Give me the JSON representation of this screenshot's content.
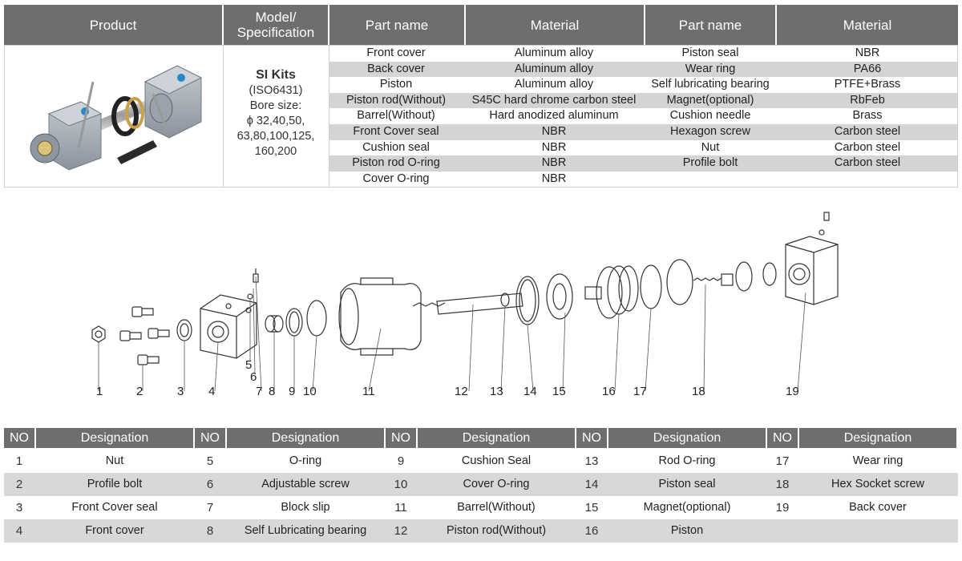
{
  "spec_table": {
    "headers": [
      "Product",
      "Model/\nSpecification",
      "Part name",
      "Material",
      "Part name",
      "Material"
    ],
    "model": {
      "name": "SI Kits",
      "standard": "(ISO6431)",
      "bore_label": "Bore size:",
      "bore_lines": [
        "ϕ 32,40,50,",
        "63,80,100,125,",
        "160,200"
      ]
    },
    "rows": [
      [
        "Front cover",
        "Aluminum alloy",
        "Piston seal",
        "NBR"
      ],
      [
        "Back cover",
        "Aluminum alloy",
        "Wear ring",
        "PA66"
      ],
      [
        "Piston",
        "Aluminum alloy",
        "Self lubricating bearing",
        "PTFE+Brass"
      ],
      [
        "Piston rod(Without)",
        "S45C hard chrome carbon steel",
        "Magnet(optional)",
        "RbFeb"
      ],
      [
        "Barrel(Without)",
        "Hard anodized aluminum",
        "Cushion needle",
        "Brass"
      ],
      [
        "Front Cover seal",
        "NBR",
        "Hexagon screw",
        "Carbon steel"
      ],
      [
        "Cushion seal",
        "NBR",
        "Nut",
        "Carbon steel"
      ],
      [
        "Piston rod O-ring",
        "NBR",
        "Profile bolt",
        "Carbon steel"
      ],
      [
        "Cover O-ring",
        "NBR",
        "",
        ""
      ]
    ]
  },
  "diagram": {
    "callouts": [
      "1",
      "2",
      "3",
      "4",
      "5",
      "6",
      "7",
      "8",
      "9",
      "10",
      "11",
      "12",
      "13",
      "14",
      "15",
      "16",
      "17",
      "18",
      "19"
    ]
  },
  "designation_table": {
    "no_header": "NO",
    "designation_header": "Designation",
    "rows": [
      [
        "1",
        "Nut",
        "5",
        "O-ring",
        "9",
        "Cushion Seal",
        "13",
        "Rod O-ring",
        "17",
        "Wear ring"
      ],
      [
        "2",
        "Profile bolt",
        "6",
        "Adjustable screw",
        "10",
        "Cover O-ring",
        "14",
        "Piston seal",
        "18",
        "Hex Socket screw"
      ],
      [
        "3",
        "Front Cover seal",
        "7",
        "Block slip",
        "11",
        "Barrel(Without)",
        "15",
        "Magnet(optional)",
        "19",
        "Back cover"
      ],
      [
        "4",
        "Front cover",
        "8",
        "Self Lubricating bearing",
        "12",
        "Piston rod(Without)",
        "16",
        "Piston",
        "",
        ""
      ]
    ]
  },
  "colors": {
    "header_bg": "#6e6e6e",
    "alt_row": "#d4d4d4",
    "part_body": "#aab3bc",
    "accent_blue": "#2a86c8"
  }
}
